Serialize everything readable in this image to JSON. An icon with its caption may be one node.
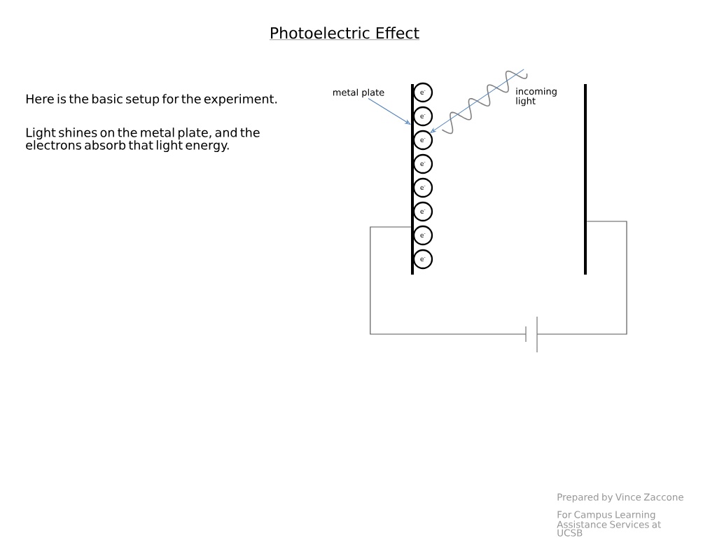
{
  "diagram": {
    "title": "Photoelectric Effect",
    "nodes": [
      {
        "text": [
          "metal plate"
        ]
      },
      {
        "text": [],
        "shape": "bar"
      },
      {
        "text": [
          "e$^{-}$"
        ]
      },
      {
        "text": [
          "e$^{-}$"
        ]
      },
      {
        "text": [
          "e$^{-}$"
        ]
      },
      {
        "text": [
          "e$^{-}$"
        ]
      },
      {
        "text": [
          "e$^{-}$"
        ]
      },
      {
        "text": [
          "e$^{-}$"
        ]
      },
      {
        "text": [
          "e$^{-}$"
        ]
      },
      {
        "text": [
          "e$^{-}$"
        ]
      },
      {
        "text": [],
        "shape": "bar"
      },
      {
        "text": [],
        "shape": "battery"
      },
      {
        "text": [],
        "shape": "wave"
      }
    ],
    "edges": [
      {
        "from": 0,
        "to": 1,
        "arrow": "to",
        "color": "#4f81bd"
      },
      {
        "from": 12,
        "to": 4,
        "arrow": "to",
        "color": "#4f81bd"
      },
      {
        "from": 1,
        "to": 11,
        "arrow": "none",
        "color": "#595959"
      },
      {
        "from": 11,
        "to": 10,
        "arrow": "none",
        "color": "#595959"
      }
    ],
    "labels": [
      "Here is the basic setup for the experiment.",
      "Light shines on the metal plate, and the electrons absorb that light energy.",
      "incoming light",
      "Prepared by Vince Zaccone",
      "For Campus Learning Assistance Services at UCSB"
    ]
  }
}
